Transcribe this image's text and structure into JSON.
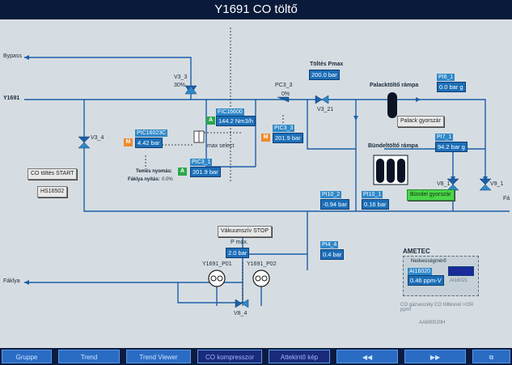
{
  "window": {
    "title": "Y1691 CO töltő"
  },
  "lines": {
    "bypass": "Bypass",
    "y1691": "Y1691",
    "faklya": "Fáklya",
    "fa": "Fá"
  },
  "valves": {
    "v3_3": {
      "tag": "V3_3",
      "pct": "30%"
    },
    "v3_4": {
      "tag": "V3_4"
    },
    "pc3_3": {
      "tag": "PC3_3",
      "pct": "0%"
    },
    "v3_21": {
      "tag": "V3_21"
    },
    "v8_1": {
      "tag": "V8_1"
    },
    "v9_1": {
      "tag": "V9_1"
    },
    "v8_4": {
      "tag": "V8_4"
    }
  },
  "instruments": {
    "fic16600": {
      "tag": "FIC16600",
      "mode": "A",
      "value": "144.2 Nm3/h"
    },
    "pic16023c": {
      "tag": "PIC16023C",
      "mode": "M",
      "value": "4.42 bar"
    },
    "pic3_3": {
      "tag": "PIC3_3",
      "mode": "M",
      "value": "201.9 bar"
    },
    "pic3_1": {
      "tag": "PIC3_1",
      "mode": "A",
      "value": "201.9 bar"
    },
    "pi10_2": {
      "tag": "PI10_2",
      "value": "-0.94 bar"
    },
    "pi10_1": {
      "tag": "PI10_1",
      "value": "0.16 bar"
    },
    "pi4_4": {
      "tag": "PI4_4",
      "value": "0.4 bar"
    },
    "pi6_1": {
      "tag": "PI6_1",
      "value": "0.0 bar g"
    },
    "pi7_1": {
      "tag": "PI7_1",
      "value": "94.2 bar g"
    },
    "pmax": {
      "label": "P max.",
      "value": "2.0 bar"
    },
    "toltes_pmax": {
      "label": "Töltés Pmax",
      "value": "200.0 bar"
    }
  },
  "labels": {
    "max_select": "max select",
    "temes_nyomas": "Temés nyomás:",
    "faklya_nyitas": "Fáklya nyitás:",
    "faklya_nyitas_val": "0.0%",
    "palacktolto": "Palacktöltő rámpa",
    "bundeltolto": "Bündeltöltő rámpa",
    "p01": "Y1691_P01",
    "p02": "Y1691_P02",
    "ametec": "AMETEC",
    "nedvesseg": "Nedvességmérő",
    "ai16020": "AI16020",
    "ai_value": "0.46  ppm-V",
    "ai_right": "AI16021",
    "co_note": "CO gázveszély CO töltésnél >150 ppm!",
    "aa_note": "AA690020H"
  },
  "buttons": {
    "co_toltes_start": "CO töltés START",
    "hs16502": "HS16502",
    "vakuumszivo_stop": "Vákuumszív STOP",
    "palack_gyorszar": "Palack gyorszár",
    "bundel_gyorszar": "Bündel gyorszár"
  },
  "nav": [
    "Gruppe",
    "Trend",
    "Trend Viewer",
    "CO kompresszor",
    "Attekintő kép",
    "◀◀",
    "▶▶",
    "⧉"
  ],
  "colors": {
    "line": "#1c5fa8",
    "accent": "#2f88c8",
    "manual": "#f08a2a",
    "auto": "#2aa84a",
    "green_btn": "#4ad54a"
  }
}
